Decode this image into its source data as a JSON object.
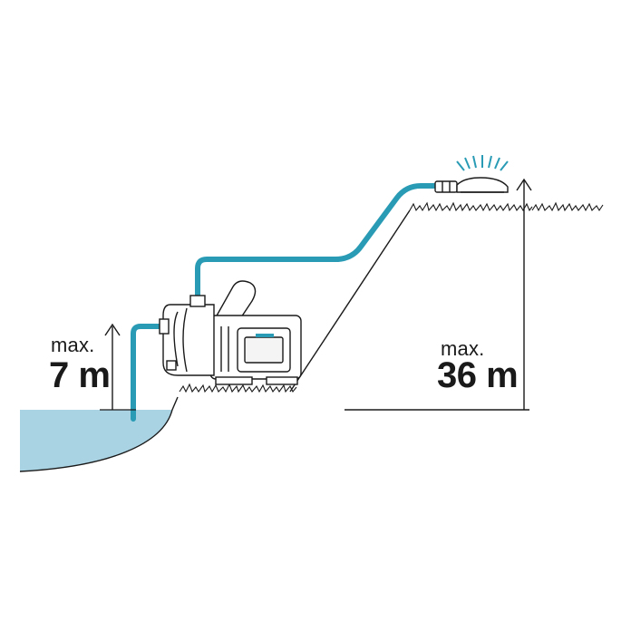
{
  "labels": {
    "suction_prefix": "max.",
    "suction_value": "7 m",
    "delivery_prefix": "max.",
    "delivery_value": "36 m"
  },
  "colors": {
    "hose": "#2a9bb5",
    "water": "#a9d3e3",
    "line": "#1a1a1a",
    "pump_accent": "#2a9bb5"
  },
  "icons": [
    "garden-pump-icon",
    "sprinkler-icon",
    "height-arrow-icon"
  ]
}
